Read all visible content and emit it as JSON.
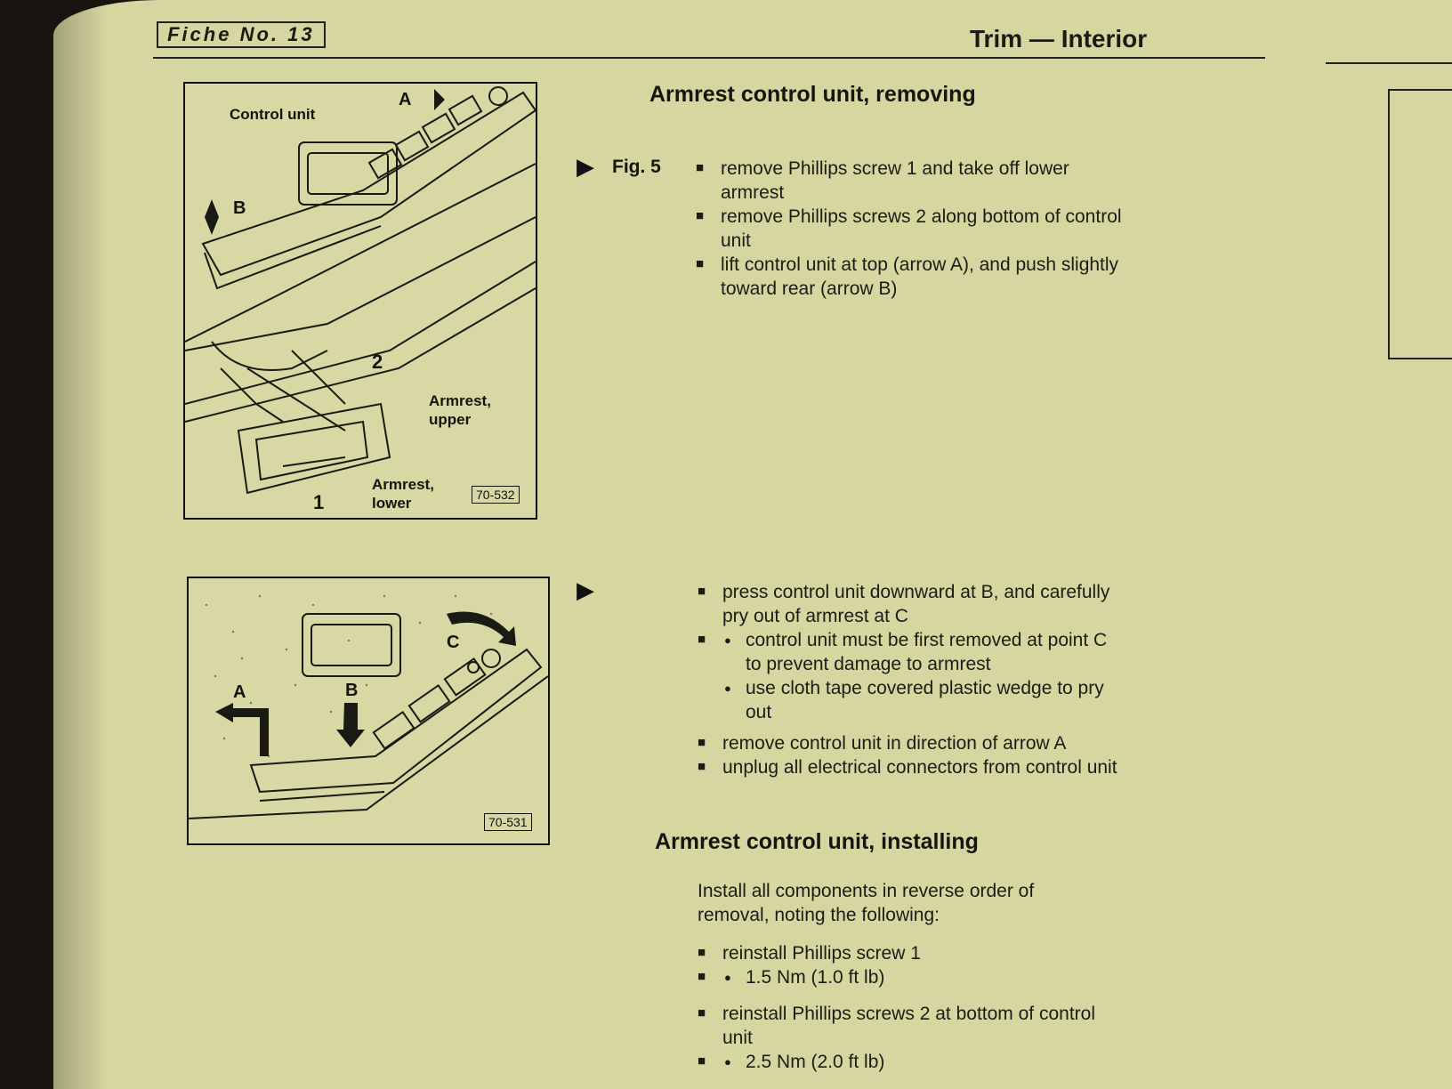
{
  "header": {
    "fiche": "Fiche No. 13",
    "section": "Trim — Interior"
  },
  "removing": {
    "title": "Armrest control unit, removing",
    "fig_ref": "Fig. 5",
    "steps": [
      "remove Phillips screw 1 and take off lower armrest",
      "remove Phillips screws 2 along bottom of control unit",
      "lift control unit at top (arrow A), and push slightly toward rear (arrow B)"
    ],
    "steps2": [
      "press control unit downward at B, and carefully pry out of armrest at C",
      "remove control unit in direction of arrow A",
      "unplug all electrical connectors from control unit"
    ],
    "sub_points": [
      "control unit must be first removed at point C to prevent damage to armrest",
      "use cloth tape covered plastic wedge to pry out"
    ]
  },
  "installing": {
    "title": "Armrest control unit, installing",
    "intro": "Install all components in reverse order of removal, noting the following:",
    "step1": "reinstall Phillips screw 1",
    "step1_torque": "1.5 Nm (1.0 ft lb)",
    "step2": "reinstall Phillips screws 2 at bottom of control unit",
    "step2_torque": "2.5 Nm (2.0 ft lb)"
  },
  "figure1": {
    "number": "70-532",
    "labels": {
      "control_unit": "Control unit",
      "arrow_a": "A",
      "arrow_b": "B",
      "screw2": "2",
      "armrest_upper": "Armrest, upper",
      "armrest_lower": "Armrest, lower",
      "screw1": "1"
    }
  },
  "figure2": {
    "number": "70-531",
    "labels": {
      "a": "A",
      "b": "B",
      "c": "C"
    }
  }
}
